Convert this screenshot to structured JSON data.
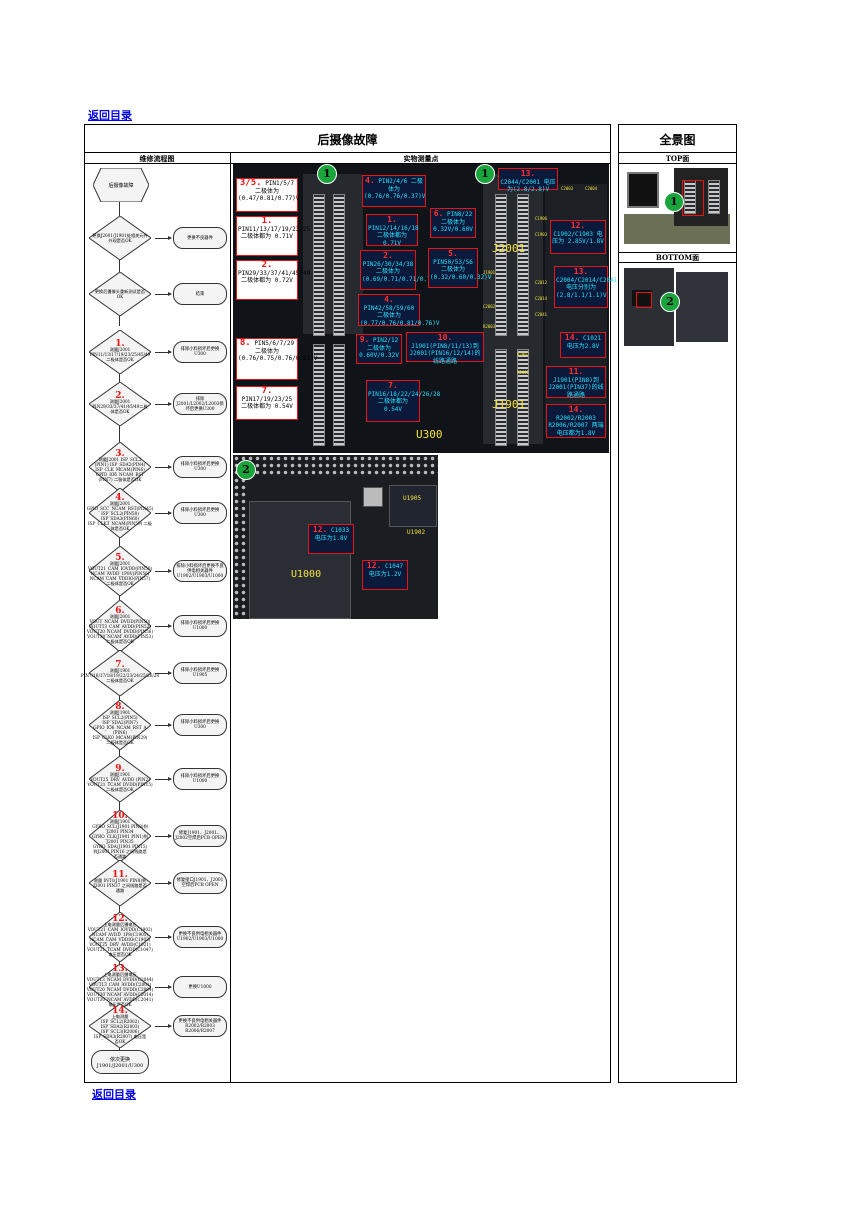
{
  "nav": {
    "back_top": "返回目录",
    "back_bottom": "返回目录"
  },
  "main": {
    "title": "后摄像故障",
    "col_flow": "维修流程图",
    "col_photo": "实物测量点"
  },
  "side": {
    "title": "全景图",
    "top_label": "TOP面",
    "bottom_label": "BOTTOM面"
  },
  "flow": {
    "start": "后摄像故障",
    "d0": "更换J2001/J1901处相关元件外观是否OK",
    "a0": "更换不良器件",
    "d00": "更换后摄像头重新测试是否OK",
    "a00": "结束",
    "steps": [
      {
        "num": "1.",
        "text": "测量J2001 PIN11/13/17/19/23/25/45/49二极体是否OK",
        "action": "排除小料损坏后更换U300"
      },
      {
        "num": "2.",
        "text": "测量J2001 PIN29/33/37/41/45/49二极体是否OK",
        "action": "排除J2001/L2002/L2003损坏后更换U300"
      },
      {
        "num": "3.",
        "text": "测量J2001 ISP_SCL2 (PIN1) ISP_SDA2(PIN4) ISP_CLK_MCAM(PIN6) GPIO_IO6_NCAM_RST (PIN7) 二极体是否OK",
        "action": "排除小料损坏后更换U300"
      },
      {
        "num": "4.",
        "text": "测量J2001 GPIO_SCC_NCAM_RST(PIN45) ISP_SCL2(PIN58) ISP_SDA3(PIN60) ISP_CLK3_NCAM(PIN59) 二极体是否OK",
        "action": "排除小料损坏后更换U300"
      },
      {
        "num": "5.",
        "text": "测量J2001 VOUT21_CAM_IOVDD(PIN50) NCAM_AVDD_1P8V(PIN56) NCAM_CAM_VDDIO(PIN57) 二极体是否OK",
        "action": "排除小料损坏后更换不良供电相关器件U1902/U1903/U1000"
      },
      {
        "num": "6.",
        "text": "测量J2001 VOUT_NCAM_DVDD(PIN50) VOUT13_CAM_AVDD(PIN52) VOUT20_NCAM_DVDD(PIN56) VOUT30_NCAM_AVDD(PIN53) 二极体是否OK",
        "action": "排除小料损坏后更换U1000"
      },
      {
        "num": "7.",
        "text": "测量J1901 PIN7/16/17/18/19/22/23/24/25/26/28 二极体是否OK",
        "action": "排除小料损坏后更换U1905"
      },
      {
        "num": "8.",
        "text": "测量J1901 ISP_SCL2(PIN5) ISP_SDA2(PIN7) GPIO_IO6_NCAM_RST_A (PIN6) ISP_CLK0_MCAM(PIN29) 二极体是否OK",
        "action": "排除小料损坏后更换U300"
      },
      {
        "num": "9.",
        "text": "测量J1901 VOUT25_DRV_AVDD (PIN2) VOUT21_TCAM_DVDD(PIN15) 二极体是否OK",
        "action": "排除小料损坏后更换U1000"
      },
      {
        "num": "10.",
        "text": "测量J1901 GYRO_SCL(J1901 PIN8)到J2001 PIN34 GYRO_CLK(J1901 PIN1)到J2001 PIN35 GYRO_SDA(J1901 PIN15)到J2001 PIN16 之间线路是否通路",
        "action": "修复J1901、J2001、J2002空焊后PCB OPEN"
      },
      {
        "num": "11.",
        "text": "测量 INT1(J1901 PIN8)到J2001 PIN37 之间线路是否通路",
        "action": "修复接口J1901、J2001空焊后PCB OPEN"
      },
      {
        "num": "12.",
        "text": "上电测量后摄电压 VOUT21_CAM_IOVDD(C1902) NCAM_AVDD_1P8(C1905) NCAM_CAM_VDDIO(C1903) VOUT25_DRV_AVDD(C1021) VOUT21_TCAM_DVDD(C1047) 电压是否OK",
        "action": "更换不良供电相关器件U1902/U1903/U1000"
      },
      {
        "num": "13.",
        "text": "上电测量后摄电压 VOUT13_NCAM_DVDD(C2044) VOUT13_CAM_AVDD(C2001) VOUT20_NCAM_DVDD(C2004) VOUT30_NCAM_AVDD(C2014) VOUT30_NCAM_AVDD(C2041) 电压是否OK",
        "action": "更换U1000"
      },
      {
        "num": "14.",
        "text": "上电测量 ISP_SCL2(R2002) ISP_SDA2(R2003) ISP_SCL3(R2006) ISP_SDA3(R2007) 电压是否OK",
        "action": "更换不良供电相关器件R2002/R2003 R2006/R2007"
      }
    ],
    "end": "依次更换J1901/J2001/U300"
  },
  "photo": {
    "badges": [
      "1",
      "1",
      "2",
      "1",
      "2"
    ],
    "connector_labels": {
      "j2001": "J2001",
      "j1901": "J1901",
      "u300": "U300",
      "u1000": "U1000",
      "u1905": "U1905",
      "u1902": "U1902"
    },
    "small_labels": [
      "C2003",
      "C2004",
      "C1906",
      "C1903",
      "J1901",
      "C2002",
      "C2012",
      "C2014",
      "C2041",
      "R2003",
      "R2007",
      "R2002"
    ],
    "ann": {
      "a35": {
        "num": "3/5.",
        "text": "PIN1/5/7 二极体为 (0.47/0.81/0.77)V"
      },
      "a1": {
        "num": "1.",
        "text": "PIN11/13/17/19/23/25 二极体都为 0.71V"
      },
      "a2": {
        "num": "2.",
        "text": "PIN29/33/37/41/45/49 二极体都为 0.72V"
      },
      "a4top": {
        "num": "4.",
        "text": "PIN2/4/6 二极体为 (0.76/0.76/0.37)V"
      },
      "a1b": {
        "num": "1.",
        "text": "PIN12/14/16/18 二极体都为 0.71V"
      },
      "a2b": {
        "num": "2.",
        "text": "PIN26/30/34/38 二极体为 (0.69/0.71/0.71/0.71)V"
      },
      "a4b": {
        "num": "4.",
        "text": "PIN42/58/59/60 二极体为 (0.77/0.76/0.81/0.76)V"
      },
      "a6": {
        "num": "6.",
        "text": "PIN8/22 二极体为 0.32V/0.60V"
      },
      "a5": {
        "num": "5.",
        "text": "PIN50/53/56 二极体为 (0.32/0.60/0.32)V"
      },
      "a10": {
        "num": "10.",
        "text": "J1901(PIN8/11/13)到J2001(PIN16/12/14)的线路通路"
      },
      "a13top": {
        "num": "13.",
        "text": "C2044/C2001 电压为(2.8/2.8)V"
      },
      "a12": {
        "num": "12.",
        "text": "C1902/C1903 电压为 2.85V/1.8V"
      },
      "a13": {
        "num": "13.",
        "text": "C2004/C2014/C2041 电压分别为 (2.8/1.1/1.1)V"
      },
      "a14": {
        "num": "14.",
        "text": "C1021 电压为2.8V"
      },
      "a11": {
        "num": "11.",
        "text": "J1901(PIN8)到J2001(PIN37)的线路通路"
      },
      "a14b": {
        "num": "14.",
        "text": "R2002/R2003 R2006/R2007 两端电压都为1.8V"
      },
      "a9": {
        "num": "9.",
        "text": "PIN2/12 二极体为 0.60V/0.32V"
      },
      "a7b": {
        "num": "7.",
        "text": "PIN16/18/22/24/26/28 二极体都为 0.54V"
      },
      "a8": {
        "num": "8.",
        "text": "PIN5/6/7/29 二极体为 (0.76/0.75/0.76/0.81)V"
      },
      "a7": {
        "num": "7.",
        "text": "PIN17/19/23/25 二极体都为 0.54V"
      },
      "a12b": {
        "num": "12.",
        "text": "C1033 电压为1.8V"
      },
      "a12c": {
        "num": "12.",
        "text": "C1047 电压为1.2V"
      }
    }
  }
}
